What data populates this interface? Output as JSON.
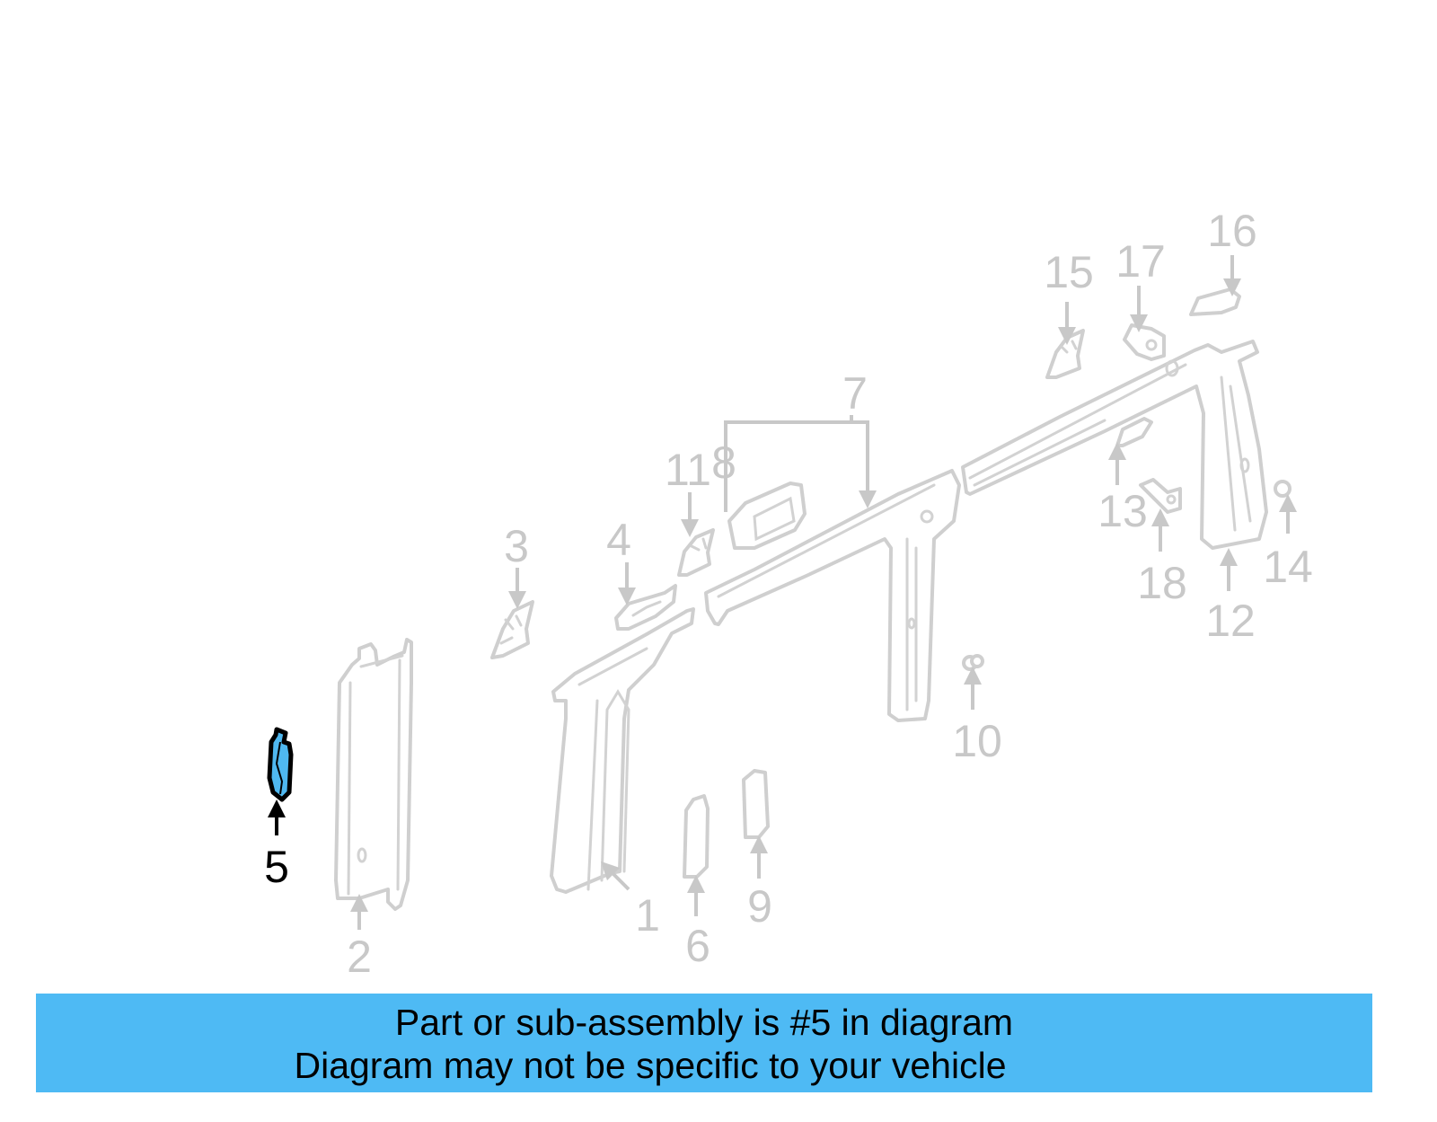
{
  "diagram": {
    "highlighted_part": "5",
    "highlight_color": "#4fb8f0",
    "inactive_color": "#c8c8c8",
    "callouts": [
      {
        "id": "c1",
        "label": "1"
      },
      {
        "id": "c2",
        "label": "2"
      },
      {
        "id": "c3",
        "label": "3"
      },
      {
        "id": "c4",
        "label": "4"
      },
      {
        "id": "c5",
        "label": "5"
      },
      {
        "id": "c6",
        "label": "6"
      },
      {
        "id": "c7",
        "label": "7"
      },
      {
        "id": "c8",
        "label": "8"
      },
      {
        "id": "c9",
        "label": "9"
      },
      {
        "id": "c10",
        "label": "10"
      },
      {
        "id": "c11",
        "label": "11"
      },
      {
        "id": "c12",
        "label": "12"
      },
      {
        "id": "c13",
        "label": "13"
      },
      {
        "id": "c14",
        "label": "14"
      },
      {
        "id": "c15",
        "label": "15"
      },
      {
        "id": "c16",
        "label": "16"
      },
      {
        "id": "c17",
        "label": "17"
      },
      {
        "id": "c18a",
        "label": "18"
      },
      {
        "id": "c18b",
        "label": "18"
      }
    ]
  },
  "banner": {
    "background": "#4ebaf4",
    "line1": "Part or sub-assembly is #5 in diagram",
    "line2": "Diagram may not be specific to your vehicle"
  }
}
